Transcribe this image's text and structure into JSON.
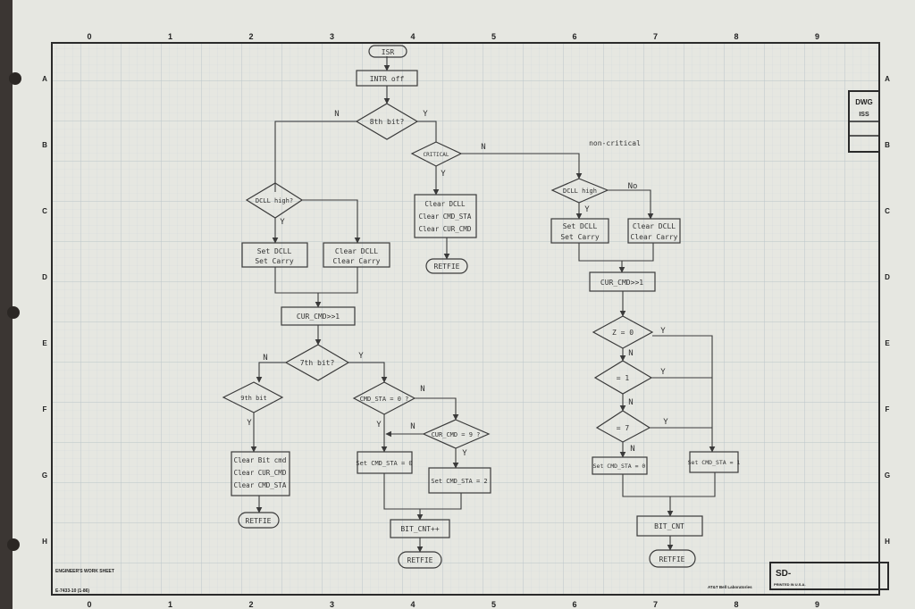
{
  "colors": {
    "paper": "#ecede8",
    "grid": "#c9d2d6",
    "ink": "#3a3a3a",
    "frame": "#2a2a2a"
  },
  "frame": {
    "columns": [
      "0",
      "1",
      "2",
      "3",
      "4",
      "5",
      "6",
      "7",
      "8",
      "9"
    ],
    "rows": [
      "A",
      "B",
      "C",
      "D",
      "E",
      "F",
      "G",
      "H"
    ],
    "dwg_label": "DWG",
    "dwg_number": "ISS",
    "sheet_title": "ENGINEER'S WORK SHEET",
    "form_number": "E-7433-10 (1-86)",
    "company": "AT&T Bell Laboratories",
    "sd_label": "SD-",
    "printed": "PRINTED IN U.S.A."
  },
  "flowchart": {
    "isr": "ISR",
    "intr_off": "INTR off",
    "bit8": "8th bit?",
    "critical": "CRITICAL",
    "non_critical": "non-critical",
    "dcll_high": "DCLL high?",
    "set_dcll_1": "Set DCLL",
    "set_carry_1": "Set Carry",
    "clear_dcll_1": "Clear DCLL",
    "clear_carry_1": "Clear Carry",
    "clear_dcll_c": "Clear DCLL",
    "clear_cmd_sta_c": "Clear CMD_STA",
    "clear_cur_cmd_c": "Clear CUR_CMD",
    "retfie": "RETFIE",
    "dcll_high2": "DCLL high",
    "set_dcll_2": "Set DCLL",
    "set_carry_2": "Set Carry",
    "clear_dcll_2": "Clear DCLL",
    "clear_carry_2": "Clear Carry",
    "cur_cmd_shift_r": "CUR_CMD>>1",
    "cur_cmd_shift_l": "CUR_CMD>>1",
    "bit7": "7th bit?",
    "bit9": "9th bit",
    "cmd_sta_0": "CMD_STA = 0 ?",
    "cur_cmd_9": "CUR_CMD = 9 ?",
    "clear_bitcmd": "Clear Bit cmd",
    "clear_cur_cmd": "Clear CUR_CMD",
    "clear_cmd_sta": "Clear CMD_STA",
    "set_cmd_sta_0": "Set CMD_STA = 0",
    "set_cmd_sta_2": "Set CMD_STA = 2",
    "bitcnt_pp": "BIT_CNT++",
    "z0": "Z = 0",
    "eq1": "= 1",
    "eq7": "= 7",
    "set_cmd_sta_0b": "Set CMD_STA = 0",
    "set_cmd_sta_1": "Set CMD_STA = 1",
    "bitcnt_r": "BIT_CNT",
    "n": "N",
    "y": "Y",
    "no": "No"
  }
}
